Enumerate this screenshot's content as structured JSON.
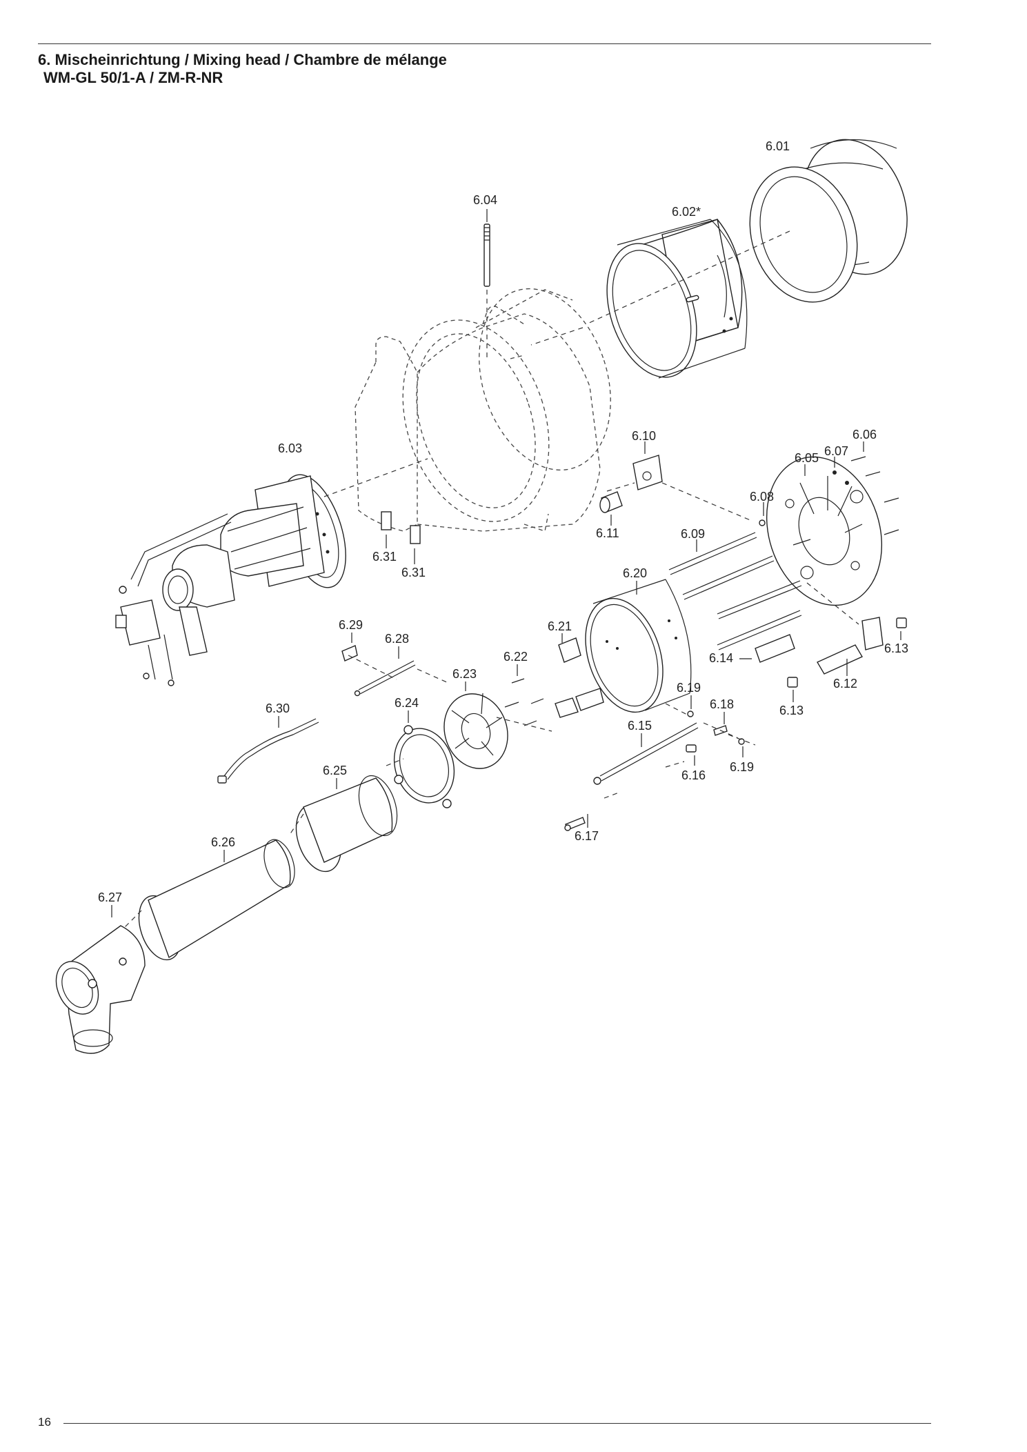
{
  "header": {
    "line1": "6. Mischeinrichtung / Mixing head / Chambre de mélange",
    "line2": "WM-GL 50/1-A / ZM-R-NR"
  },
  "parts": {
    "p601": "6.01",
    "p602": "6.02*",
    "p603": "6.03",
    "p604": "6.04",
    "p605": "6.05",
    "p606": "6.06",
    "p607": "6.07",
    "p608": "6.08",
    "p609": "6.09",
    "p610": "6.10",
    "p611": "6.11",
    "p612": "6.12",
    "p613": "6.13",
    "p614": "6.14",
    "p615": "6.15",
    "p616": "6.16",
    "p617": "6.17",
    "p618": "6.18",
    "p619": "6.19",
    "p620": "6.20",
    "p621": "6.21",
    "p622": "6.22",
    "p623": "6.23",
    "p624": "6.24",
    "p625": "6.25",
    "p626": "6.26",
    "p627": "6.27",
    "p628": "6.28",
    "p629": "6.29",
    "p630": "6.30",
    "p631": "6.31"
  },
  "footer": {
    "page_number": "16"
  }
}
